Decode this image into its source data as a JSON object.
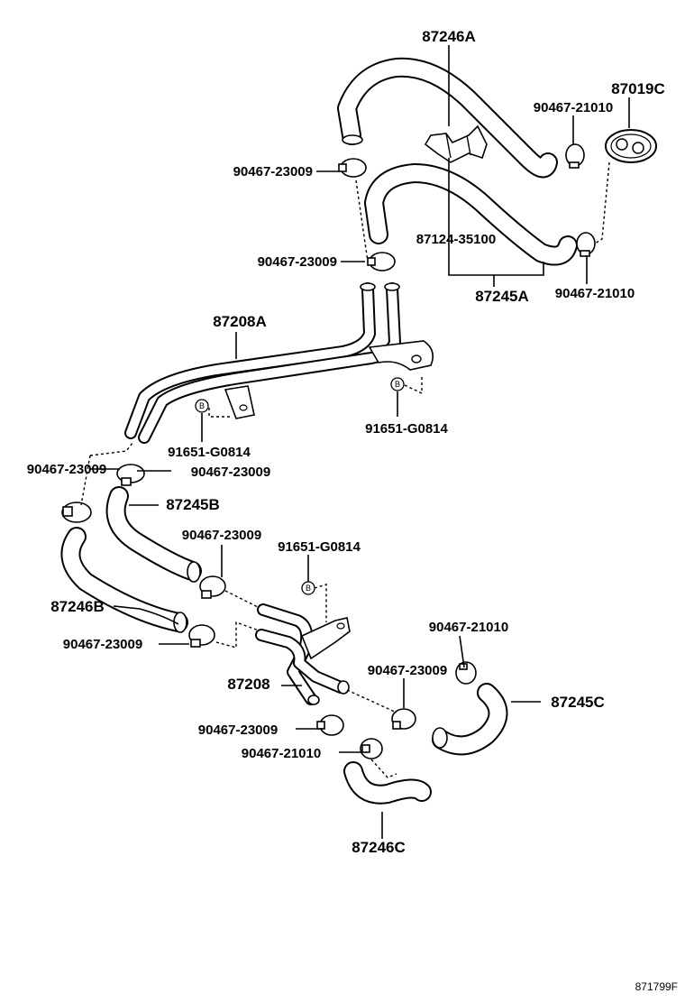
{
  "labels": {
    "p87246A": "87246A",
    "p87019C": "87019C",
    "p90467_21010_a": "90467-21010",
    "p90467_23009_a": "90467-23009",
    "p87124_35100": "87124-35100",
    "p90467_23009_b": "90467-23009",
    "p87245A": "87245A",
    "p90467_21010_b": "90467-21010",
    "p87208A": "87208A",
    "p91651_G0814_a": "91651-G0814",
    "p91651_G0814_b": "91651-G0814",
    "p90467_23009_c": "90467-23009",
    "p90467_23009_d": "90467-23009",
    "p87245B": "87245B",
    "p90467_23009_e": "90467-23009",
    "p91651_G0814_c": "91651-G0814",
    "p87246B": "87246B",
    "p90467_21010_c": "90467-21010",
    "p90467_23009_f": "90467-23009",
    "p90467_23009_g": "90467-23009",
    "p87208": "87208",
    "p87245C": "87245C",
    "p90467_23009_h": "90467-23009",
    "p90467_21010_d": "90467-21010",
    "p87246C": "87246C",
    "ref_b": "B",
    "figure_id": "871799F"
  }
}
